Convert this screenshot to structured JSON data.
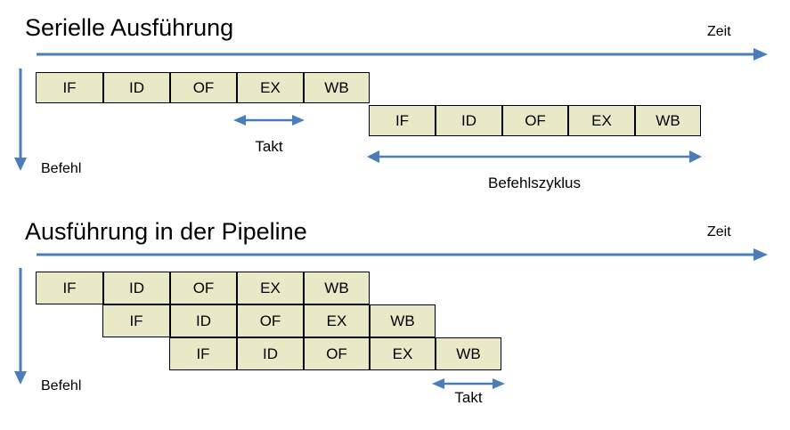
{
  "colors": {
    "box_fill": "#e9e9c8",
    "box_border": "#000000",
    "arrow_blue": "#4a7ebb",
    "text": "#000000",
    "background": "#ffffff"
  },
  "sections": [
    {
      "id": "serial",
      "title": "Serielle Ausführung",
      "time_axis_label": "Zeit",
      "vertical_axis_label": "Befehl",
      "rows": [
        {
          "stages": [
            "IF",
            "ID",
            "OF",
            "EX",
            "WB"
          ]
        },
        {
          "stages": [
            "IF",
            "ID",
            "OF",
            "EX",
            "WB"
          ]
        }
      ],
      "annotations": [
        {
          "name": "takt",
          "label": "Takt"
        },
        {
          "name": "befehlszyklus",
          "label": "Befehlszyklus"
        }
      ]
    },
    {
      "id": "pipeline",
      "title": "Ausführung in der Pipeline",
      "time_axis_label": "Zeit",
      "vertical_axis_label": "Befehl",
      "rows": [
        {
          "stages": [
            "IF",
            "ID",
            "OF",
            "EX",
            "WB"
          ]
        },
        {
          "stages": [
            "IF",
            "ID",
            "OF",
            "EX",
            "WB"
          ]
        },
        {
          "stages": [
            "IF",
            "ID",
            "OF",
            "EX",
            "WB"
          ]
        }
      ],
      "annotations": [
        {
          "name": "takt",
          "label": "Takt"
        }
      ]
    }
  ]
}
